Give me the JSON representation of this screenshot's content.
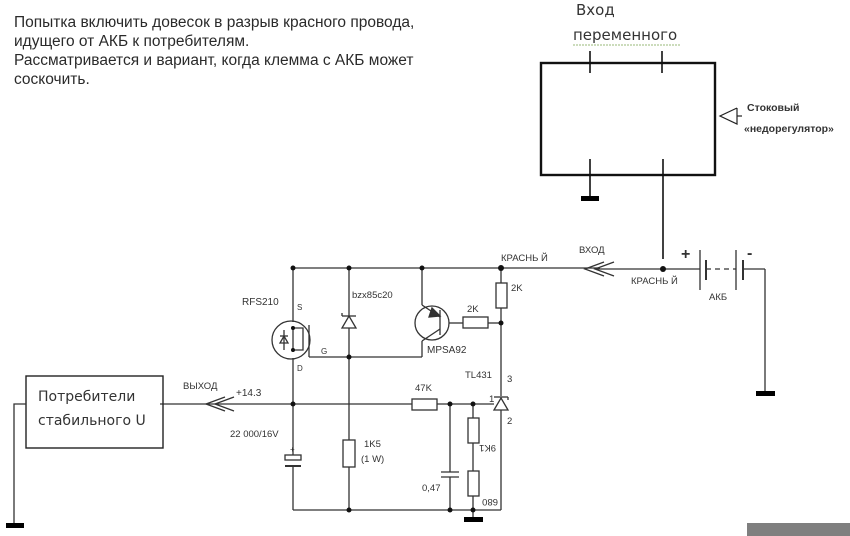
{
  "intro": {
    "lines": [
      "Попытка включить довесок в разрыв красного провода,",
      "идущего от АКБ к потребителям.",
      "Рассматривается и вариант, когда клемма с АКБ может",
      "соскочить."
    ]
  },
  "alternator": {
    "title_line1": "Вход",
    "title_line2": "переменного",
    "regulator_line1": "Стоковый",
    "regulator_line2": "«недорегулятор»"
  },
  "labels": {
    "red_top": "КРАСНЬ Й",
    "red_right": "КРАСНЬ Й",
    "input": "ВХОД",
    "plus": "+",
    "minus": "-",
    "battery": "АКБ",
    "output": "ВЫХОД",
    "voltage": "+14.3",
    "consumers_line1": "Потребители",
    "consumers_line2": "стабильного U"
  },
  "components": {
    "mosfet": "RFS210",
    "mosfet_s": "S",
    "mosfet_g": "G",
    "mosfet_d": "D",
    "zener": "bzx85c20",
    "transistor": "MPSA92",
    "r_base": "2K",
    "r_pullup": "2K",
    "tl431": "TL431",
    "tl_pin3": "3",
    "tl_pin1": "1",
    "tl_pin2": "2",
    "r_47k": "47K",
    "r_9k1": "9K1",
    "r_680": "680",
    "cap_main": "22 000/16V",
    "cap_plus": "+",
    "r_load_line1": "1K5",
    "r_load_line2": "(1 W)",
    "cap_small": "0,47"
  },
  "colors": {
    "wire": "#333333",
    "box": "#111111",
    "ground": "#000000",
    "spell_underline": "#9ab87a"
  }
}
